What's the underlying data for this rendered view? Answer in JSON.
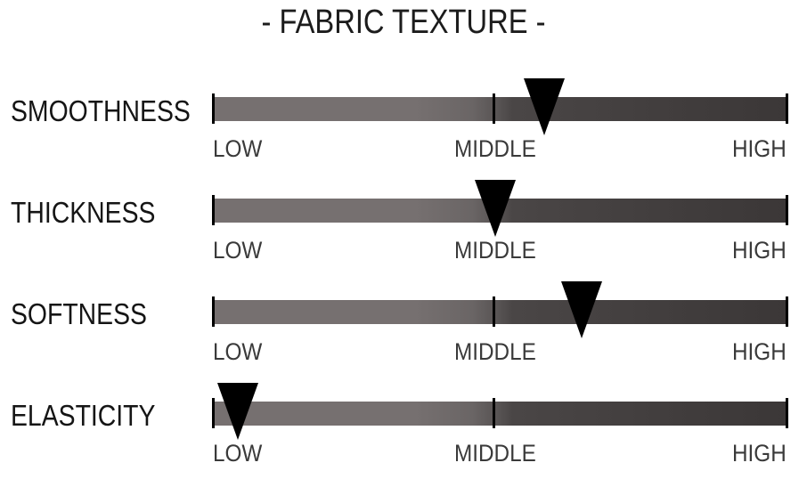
{
  "title": "- FABRIC TEXTURE -",
  "scale": {
    "low": "LOW",
    "middle": "MIDDLE",
    "high": "HIGH"
  },
  "rows": [
    {
      "label": "SMOOTHNESS",
      "level": 0.575
    },
    {
      "label": "THICKNESS",
      "level": 0.49
    },
    {
      "label": "SOFTNESS",
      "level": 0.64
    },
    {
      "label": "ELASTICITY",
      "level": 0.04
    }
  ],
  "colors": {
    "bar_light": "#767070",
    "bar_dark": "#3b3737",
    "marker": "#000000",
    "text": "#1a1a1a"
  }
}
